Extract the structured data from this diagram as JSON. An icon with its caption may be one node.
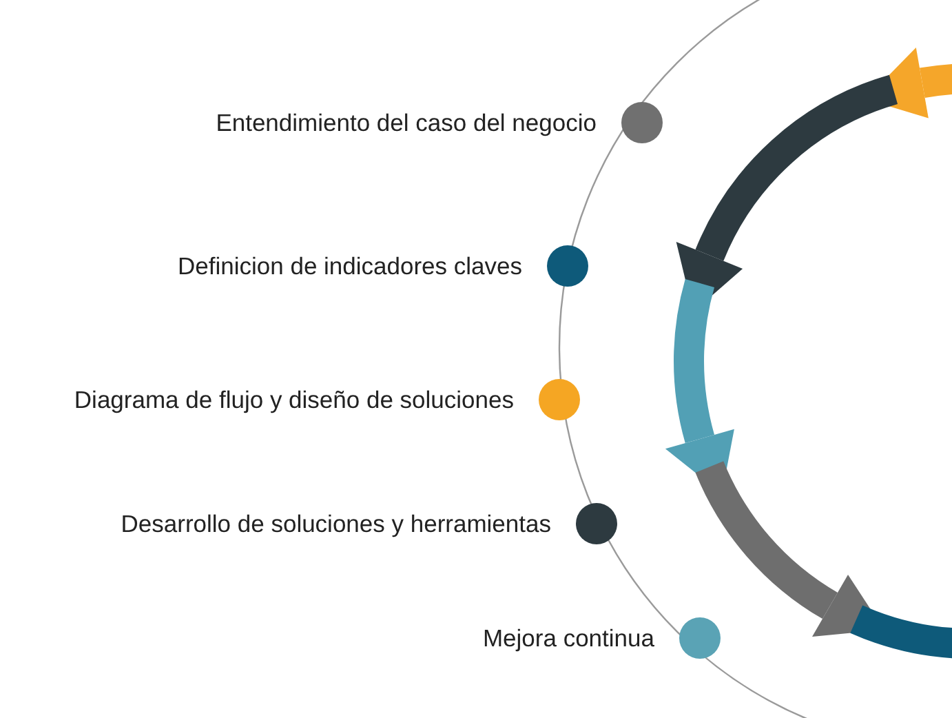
{
  "diagram": {
    "nodes": [
      {
        "text": [],
        "shape": "circle",
        "beside": [
          "Entendimiento del caso del negocio"
        ]
      },
      {
        "text": [],
        "shape": "circle",
        "beside": [
          "Definicion de indicadores claves"
        ]
      },
      {
        "text": [],
        "shape": "circle",
        "beside": [
          "Diagrama de flujo y diseño de soluciones"
        ]
      },
      {
        "text": [],
        "shape": "circle",
        "beside": [
          "Desarrollo de soluciones y herramientas"
        ]
      },
      {
        "text": [],
        "shape": "circle",
        "beside": [
          "Mejora continua"
        ]
      }
    ]
  }
}
